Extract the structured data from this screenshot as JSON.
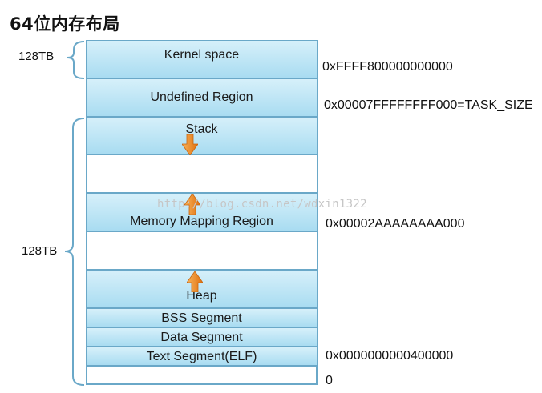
{
  "title": "64位内存布局",
  "side_labels": {
    "kernel_size": "128TB",
    "user_size": "128TB"
  },
  "segments": {
    "kernel": "Kernel space",
    "undefined": "Undefined Region",
    "stack": "Stack",
    "mmap": "Memory Mapping Region",
    "heap": "Heap",
    "bss": "BSS Segment",
    "data": "Data Segment",
    "text": "Text Segment(ELF)"
  },
  "addresses": {
    "kernel_start": "0xFFFF800000000000",
    "task_size": "0x00007FFFFFFFF000=TASK_SIZE",
    "mmap_base": "0x00002AAAAAAAA000",
    "text_start": "0x0000000000400000",
    "zero": "0"
  },
  "watermark": "http://blog.csdn.net/wdxin1322",
  "colors": {
    "segment_fill_top": "#d6f0fa",
    "segment_fill_bottom": "#a9dcf1",
    "border": "#6aa8c8",
    "arrow": "#f08a1c"
  }
}
